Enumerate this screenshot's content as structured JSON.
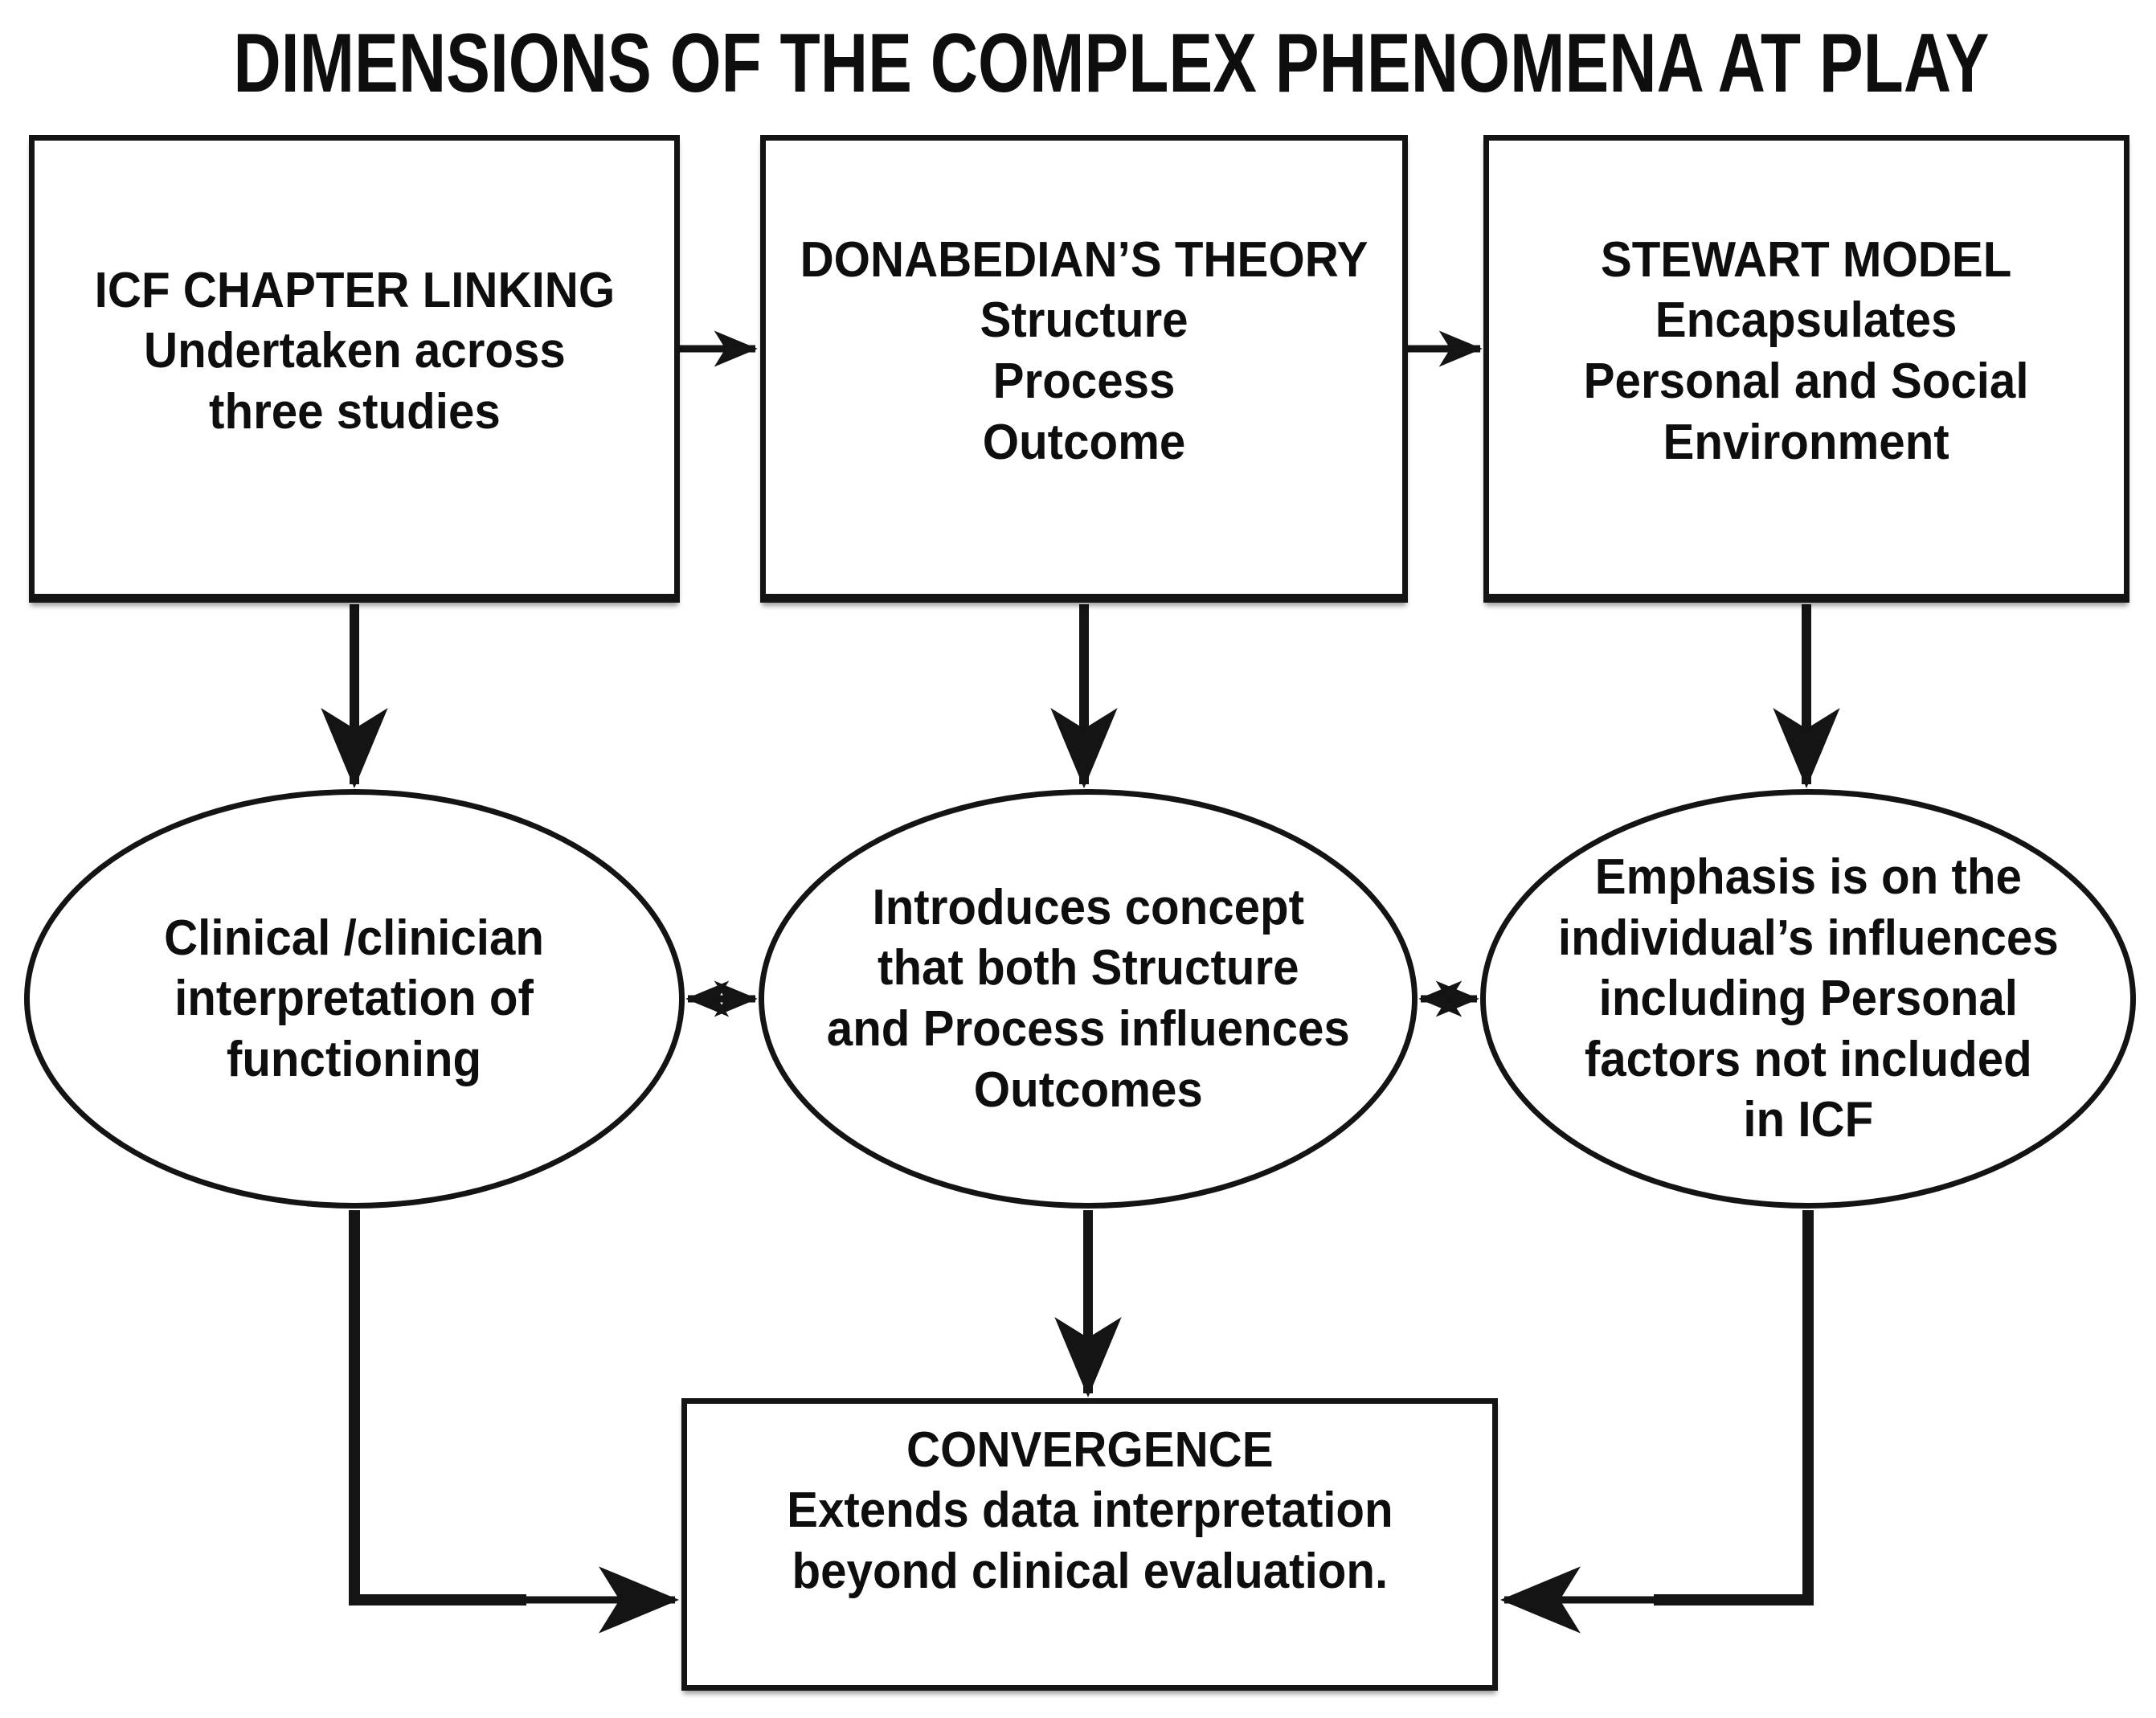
{
  "title": "DIMENSIONS OF THE COMPLEX PHENOMENA AT PLAY",
  "boxes": {
    "icf": {
      "lines": [
        "ICF CHAPTER LINKING",
        "Undertaken across",
        "three studies"
      ]
    },
    "donabedian": {
      "lines": [
        "DONABEDIAN’S THEORY",
        "Structure",
        "Process",
        "Outcome"
      ]
    },
    "stewart": {
      "lines": [
        "STEWART MODEL",
        "Encapsulates",
        "Personal and Social",
        "Environment"
      ]
    }
  },
  "ellipses": {
    "clinical": {
      "lines": [
        "Clinical /clinician",
        "interpretation of",
        "functioning"
      ]
    },
    "introduces": {
      "lines": [
        "Introduces concept",
        "that both Structure",
        "and Process influences",
        "Outcomes"
      ]
    },
    "emphasis": {
      "lines": [
        "Emphasis is on the",
        "individual’s influences",
        "including Personal",
        "factors not included",
        "in ICF"
      ]
    }
  },
  "convergence": {
    "lines": [
      "CONVERGENCE",
      "Extends data interpretation",
      "beyond clinical evaluation."
    ]
  },
  "colors": {
    "ink": "#141414",
    "background": "#ffffff"
  }
}
